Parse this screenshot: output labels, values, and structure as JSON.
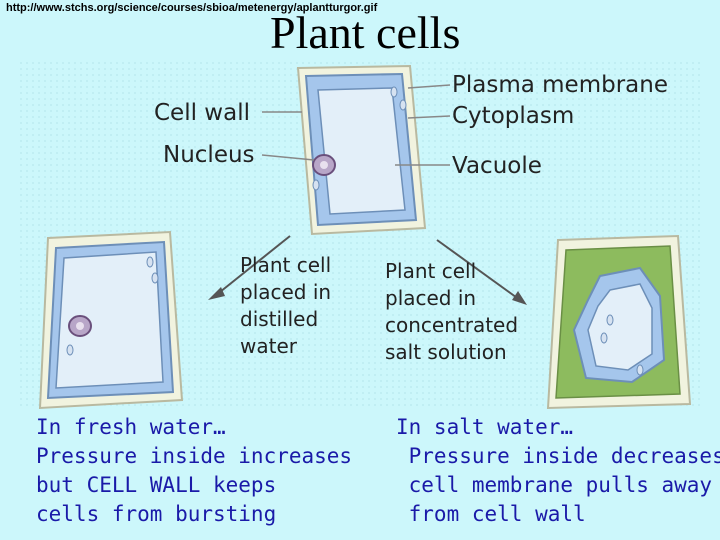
{
  "source_url": "http://www.stchs.org/science/courses/sbioa/metenergy/aplantturgor.gif",
  "title": "Plant cells",
  "labels": {
    "cell_wall": "Cell wall",
    "nucleus": "Nucleus",
    "plasma_membrane": "Plasma membrane",
    "cytoplasm": "Cytoplasm",
    "vacuole": "Vacuole"
  },
  "distilled": [
    "Plant cell",
    "placed in",
    "distilled",
    "water"
  ],
  "salt": [
    "Plant cell",
    "placed in",
    "concentrated",
    "salt solution"
  ],
  "captions": {
    "left": [
      "In fresh water…",
      "Pressure inside increases",
      "but CELL WALL keeps",
      "cells from bursting"
    ],
    "right": [
      "In salt water…",
      " Pressure inside decreases",
      " cell membrane pulls away",
      " from cell wall"
    ]
  },
  "colors": {
    "background": "#ccf7fb",
    "cell_wall": "#f1f3df",
    "cytoplasm": "#a5c6ec",
    "vacuole": "#e3eff9",
    "salt_gap": "#8dbb5e",
    "caption_text": "#1a1aa8"
  }
}
